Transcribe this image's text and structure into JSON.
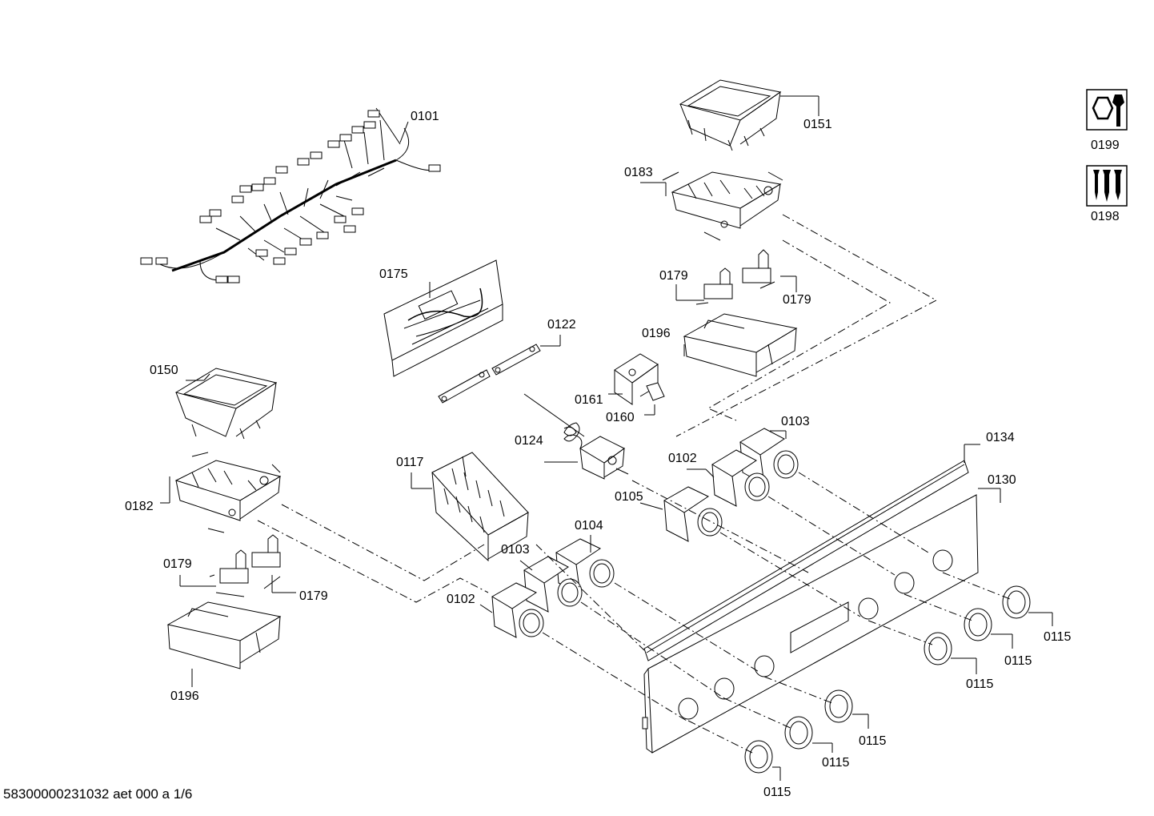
{
  "document_id": "58300000231032 aet 000 a 1/6",
  "labels": {
    "l0101": "0101",
    "l0151": "0151",
    "l0199": "0199",
    "l0198": "0198",
    "l0183": "0183",
    "l0175": "0175",
    "l0179a": "0179",
    "l0179b": "0179",
    "l0122": "0122",
    "l0196a": "0196",
    "l0150": "0150",
    "l0161": "0161",
    "l0160": "0160",
    "l0103a": "0103",
    "l0124": "0124",
    "l0102a": "0102",
    "l0134": "0134",
    "l0117": "0117",
    "l0130": "0130",
    "l0182": "0182",
    "l0105": "0105",
    "l0104": "0104",
    "l0103b": "0103",
    "l0179c": "0179",
    "l0179d": "0179",
    "l0102b": "0102",
    "l0115a": "0115",
    "l0115b": "0115",
    "l0115c": "0115",
    "l0196b": "0196",
    "l0115d": "0115",
    "l0115e": "0115",
    "l0115f": "0115"
  },
  "icons": {
    "service": "wrench-nut-icon",
    "fasteners": "screws-icon"
  }
}
